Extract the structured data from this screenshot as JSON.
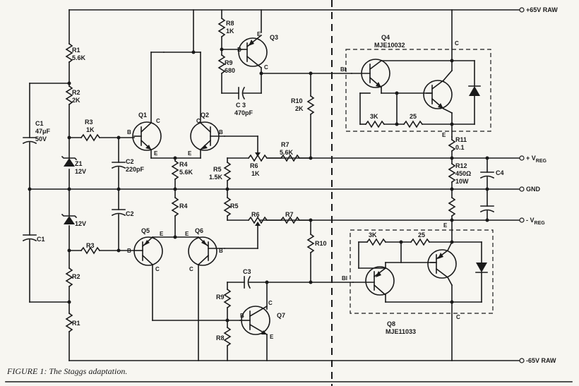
{
  "caption": "FIGURE 1: The Staggs adaptation.",
  "rails": {
    "pos_raw": "+65V RAW",
    "neg_raw": "-65V RAW",
    "gnd": "GND",
    "vreg_pos_prefix": "+ V",
    "vreg_neg_prefix": "- V",
    "vreg_sub": "REG"
  },
  "components": {
    "r1": "R1",
    "r1_v": "5.6K",
    "r2": "R2",
    "r2_v": "2K",
    "c1": "C1",
    "c1_v1": "47μF",
    "c1_v2": "50V",
    "z1": "Z1",
    "z1_v": "12V",
    "z2_v": "12V",
    "r3": "R3",
    "r3_v": "1K",
    "c2": "C2",
    "c2_v": "220pF",
    "q1": "Q1",
    "q2": "Q2",
    "q3": "Q3",
    "r8": "R8",
    "r8_v": "1K",
    "r9": "R9",
    "r9_v": "680",
    "c3": "C 3",
    "c3_v": "470pF",
    "r4": "R4",
    "r4_v": "5.6K",
    "r5": "R5",
    "r5_v": "1.5K",
    "r6": "R6",
    "r6_v": "1K",
    "r7": "R7",
    "r7_v": "5.6K",
    "r10": "R10",
    "r10_v": "2K",
    "q4": "Q4",
    "q4_part": "MJE10032",
    "r_3k": "3K",
    "r_25": "25",
    "r11": "R11",
    "r11_v": "0.1",
    "r12": "R12",
    "r12_v": "450Ω",
    "r12_w": "10W",
    "c4": "C4",
    "lower_c1": "C1",
    "lower_r1": "R1",
    "lower_r2": "R2",
    "lower_r3": "R3",
    "lower_c2": "C2",
    "lower_r4": "R4",
    "lower_r5": "R5",
    "lower_r6": "R6",
    "lower_r7": "R7",
    "lower_r10": "R10",
    "lower_c3": "C3",
    "q5": "Q5",
    "q6": "Q6",
    "q7": "Q7",
    "lower_r8": "R8",
    "lower_r9": "R9",
    "q8": "Q8",
    "q8_part": "MJE11033",
    "lower_3k": "3K",
    "lower_25": "25"
  },
  "pins": {
    "b": "B",
    "c": "C",
    "e": "E",
    "bi": "BI"
  }
}
